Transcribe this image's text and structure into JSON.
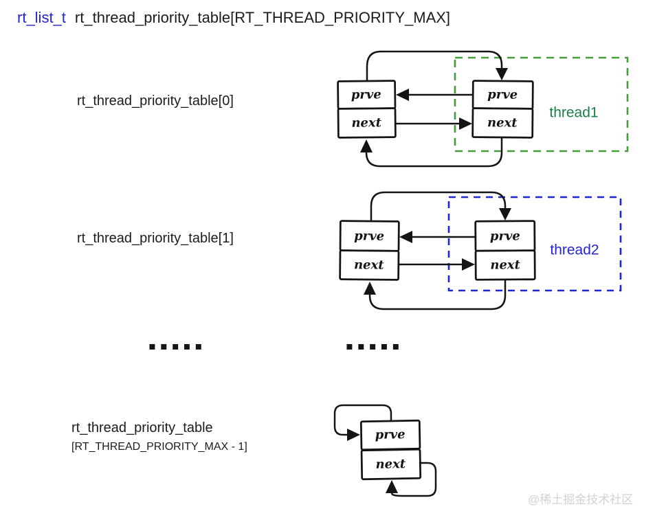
{
  "title": {
    "type_label": "rt_list_t",
    "array_label": "rt_thread_priority_table[RT_THREAD_PRIORITY_MAX]"
  },
  "rows": {
    "row0": {
      "label": "rt_thread_priority_table[0]",
      "thread_label": "thread1"
    },
    "row1": {
      "label": "rt_thread_priority_table[1]",
      "thread_label": "thread2"
    },
    "row_last": {
      "label_line1": "rt_thread_priority_table",
      "label_line2": "[RT_THREAD_PRIORITY_MAX - 1]"
    }
  },
  "node": {
    "prev_label": "prve",
    "next_label": "next"
  },
  "ellipsis": {
    "left": "▪▪▪▪▪",
    "right": "▪▪▪▪▪"
  },
  "watermark": "@稀土掘金技术社区",
  "colors": {
    "title-type": "#2323d1",
    "label": "#1b1b1b",
    "ink": "#141414",
    "thread1-text": "#1b7e4a",
    "thread1-border": "#469b3c",
    "thread2-text": "#2424d8",
    "thread2-border": "#1d24d4",
    "watermark": "#d2d2d2"
  }
}
